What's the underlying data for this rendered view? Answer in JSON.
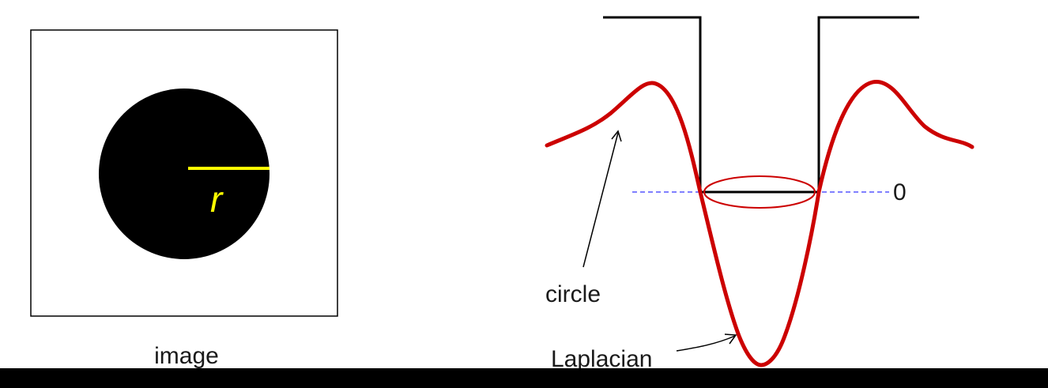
{
  "image_panel": {
    "caption": "image",
    "radius_label": "r",
    "colors": {
      "frame": "#000000",
      "disk": "#000000",
      "radius": "#ffff00"
    }
  },
  "profile_panel": {
    "zero_label": "0",
    "circle_label": "circle",
    "laplacian_label": "Laplacian",
    "colors": {
      "step": "#000000",
      "laplacian": "#cc0000",
      "zero_line": "#8080ff",
      "ellipse": "#cc0000",
      "arrow": "#000000"
    }
  }
}
